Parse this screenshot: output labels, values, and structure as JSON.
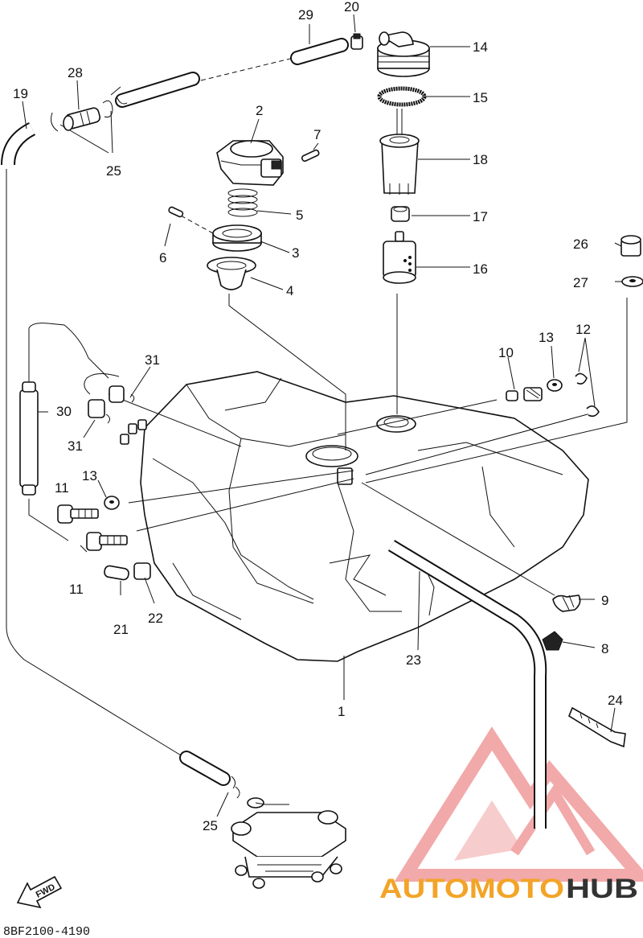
{
  "labels": {
    "p1": "1",
    "p2": "2",
    "p3": "3",
    "p4": "4",
    "p5": "5",
    "p6": "6",
    "p7": "7",
    "p8": "8",
    "p9": "9",
    "p10": "10",
    "p11a": "11",
    "p11b": "11",
    "p12": "12",
    "p13a": "13",
    "p13b": "13",
    "p14": "14",
    "p15": "15",
    "p16": "16",
    "p17": "17",
    "p18": "18",
    "p19": "19",
    "p20": "20",
    "p21": "21",
    "p22": "22",
    "p23": "23",
    "p24": "24",
    "p25a": "25",
    "p25b": "25",
    "p26": "26",
    "p27": "27",
    "p28": "28",
    "p29": "29",
    "p30": "30",
    "p31a": "31",
    "p31b": "31"
  },
  "fwd_arrow": "FWD",
  "diagram_code": "8BF2100-4190",
  "watermark": {
    "part1": "AUTOMOTO",
    "part2": "HUB",
    "color_accent": "#f2a428",
    "color_logo": "#ee8d8d",
    "color_dark": "#333333"
  }
}
